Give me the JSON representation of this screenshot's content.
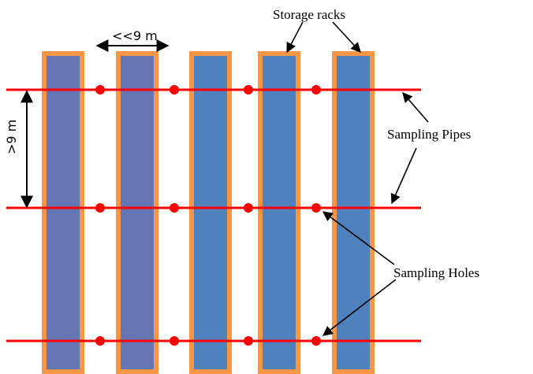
{
  "labels": {
    "storage_racks": "Storage racks",
    "sampling_pipes": "Sampling Pipes",
    "sampling_holes": "Sampling Holes",
    "rack_spacing": "<<9 m",
    "pipe_spacing": ">9 m"
  },
  "colors": {
    "rack_fill_left": "#6676b4",
    "rack_fill": "#4f81bd",
    "rack_border": "#f79646",
    "pipe": "#ff0000",
    "hole": "#ff0000",
    "arrow": "#000000",
    "text": "#000000"
  },
  "diagram": {
    "rack_count": 5,
    "pipe_count": 3,
    "holes_per_pipe": 4
  }
}
